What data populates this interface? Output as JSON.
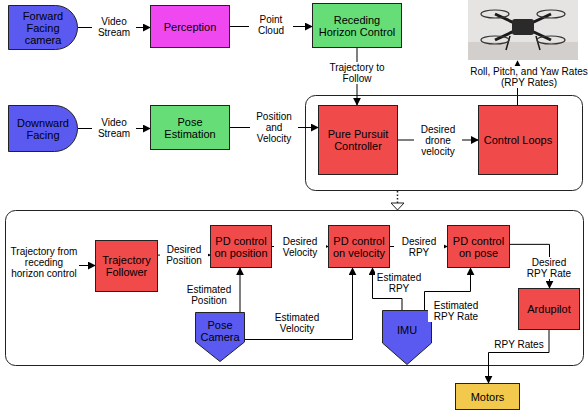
{
  "diagram": {
    "nodes": [
      {
        "text": [
          "Forward Facing camera"
        ]
      },
      {
        "text": [
          "Perception"
        ]
      },
      {
        "text": [
          "Receding Horizon Control"
        ]
      },
      {
        "text": [
          "Downward Facing"
        ]
      },
      {
        "text": [
          "Pose Estimation"
        ]
      },
      {
        "text": [
          "Pure Pursuit Controller"
        ]
      },
      {
        "text": [
          "Control Loops"
        ]
      },
      {
        "text": [
          "Trajectory Follower"
        ]
      },
      {
        "text": [
          "PD control on position"
        ]
      },
      {
        "text": [
          "PD control on velocity"
        ]
      },
      {
        "text": [
          "PD control on pose"
        ]
      },
      {
        "text": [
          "Ardupilot"
        ]
      },
      {
        "text": [
          "Pose Camera"
        ]
      },
      {
        "text": [
          "IMU"
        ]
      },
      {
        "text": [
          "Motors"
        ]
      }
    ],
    "edges": [
      {
        "from": 0,
        "to": 1,
        "label": "Video Stream",
        "arrow": "to"
      },
      {
        "from": 1,
        "to": 2,
        "label": "Point Cloud",
        "arrow": "to"
      },
      {
        "from": 2,
        "to": 5,
        "label": "Trajectory to Follow",
        "arrow": "to"
      },
      {
        "from": 3,
        "to": 4,
        "label": "Video Stream",
        "arrow": "to"
      },
      {
        "from": 4,
        "to": 5,
        "label": "Position and Velocity",
        "arrow": "to"
      },
      {
        "from": 5,
        "to": 6,
        "label": "Desired drone velocity",
        "arrow": "to"
      },
      {
        "from": 7,
        "to": 8,
        "label": "Desired Position",
        "arrow": "to"
      },
      {
        "from": 8,
        "to": 9,
        "label": "Desired Velocity",
        "arrow": "to"
      },
      {
        "from": 9,
        "to": 10,
        "label": "Desired RPY",
        "arrow": "to"
      },
      {
        "from": 10,
        "to": 11,
        "label": "Desired RPY Rate",
        "arrow": "to"
      },
      {
        "from": 12,
        "to": 8,
        "label": "Estimated Position",
        "arrow": "to"
      },
      {
        "from": 12,
        "to": 9,
        "label": "Estimated Velocity",
        "arrow": "to"
      },
      {
        "from": 13,
        "to": 9,
        "label": "Estimated RPY",
        "arrow": "to"
      },
      {
        "from": 13,
        "to": 10,
        "label": "Estimated RPY Rate",
        "arrow": "to"
      },
      {
        "from": 11,
        "to": 14,
        "label": "RPY Rates",
        "arrow": "to"
      }
    ],
    "labels": [
      "Roll, Pitch, and Yaw Rates (RPY Rates)",
      "Trajectory from receding horizon control"
    ]
  }
}
